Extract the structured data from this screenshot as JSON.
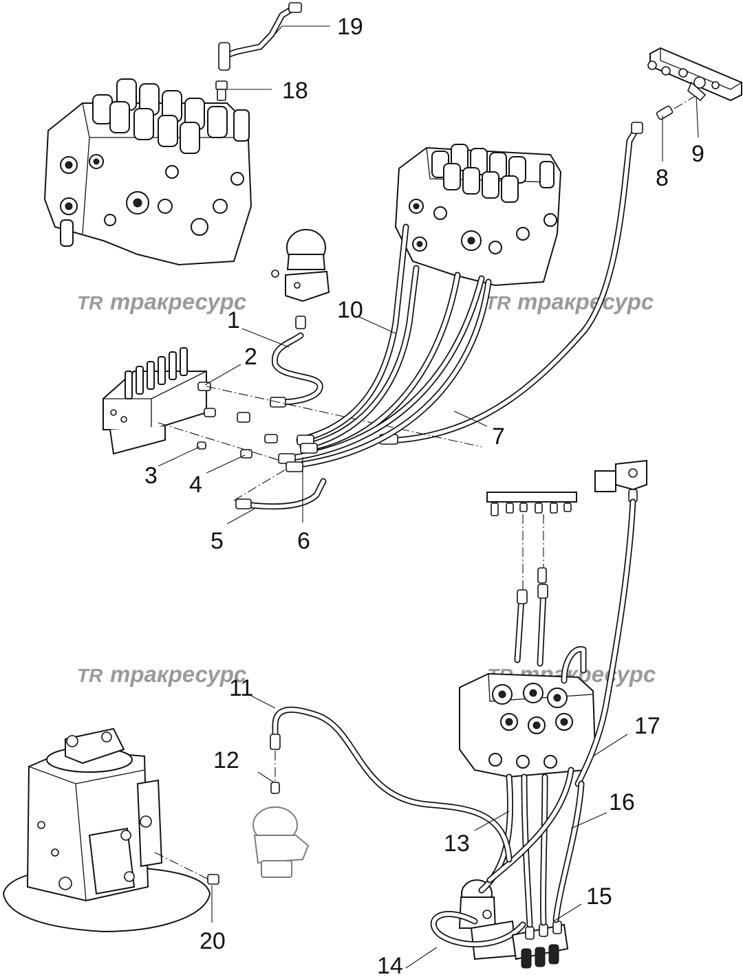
{
  "watermark": {
    "logo": "TR",
    "text": "тракресурс"
  },
  "callouts": [
    "1",
    "2",
    "3",
    "4",
    "5",
    "6",
    "7",
    "8",
    "9",
    "10",
    "11",
    "12",
    "13",
    "14",
    "15",
    "16",
    "17",
    "18",
    "19",
    "20"
  ]
}
